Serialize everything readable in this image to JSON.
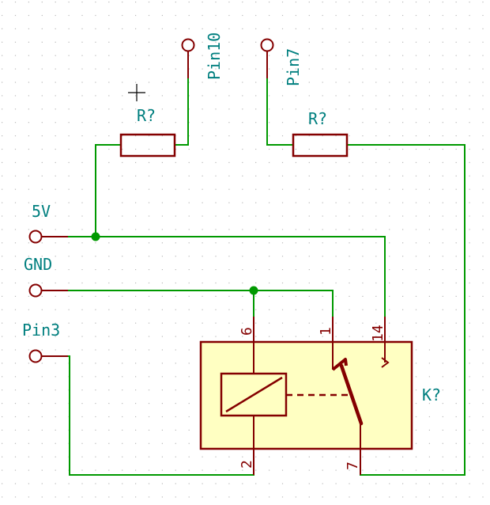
{
  "ports": {
    "pin10": "Pin10",
    "pin7": "Pin7",
    "v5": "5V",
    "gnd": "GND",
    "pin3": "Pin3"
  },
  "components": {
    "r1_ref": "R?",
    "r2_ref": "R?",
    "relay_ref": "K?"
  },
  "relay_pins": {
    "p6": "6",
    "p1": "1",
    "p14": "14",
    "p2": "2",
    "p7": "7"
  },
  "colors": {
    "wire": "#009900",
    "component": "#840000",
    "label": "#007f7f",
    "body_fill": "#ffffc2",
    "grid_dot": "#b8b8b8"
  }
}
